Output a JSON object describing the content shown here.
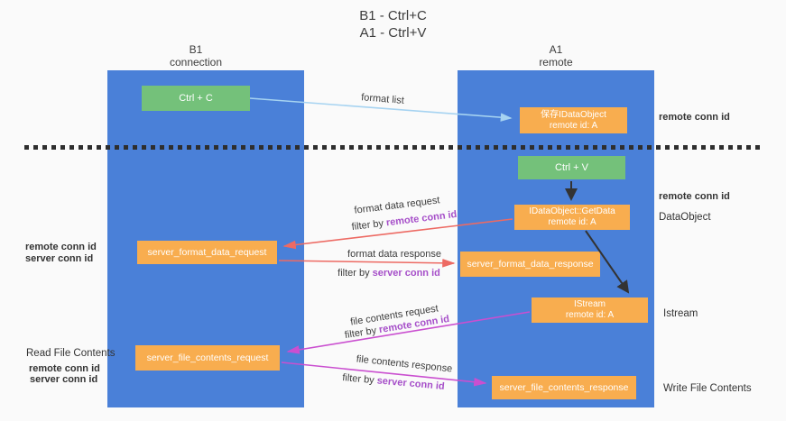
{
  "title": {
    "line1": "B1 - Ctrl+C",
    "line2": "A1 - Ctrl+V"
  },
  "columns": {
    "left": {
      "header_line1": "B1",
      "header_line2": "connection"
    },
    "right": {
      "header_line1": "A1",
      "header_line2": "remote"
    }
  },
  "nodes": {
    "ctrl_c": {
      "label": "Ctrl + C"
    },
    "ctrl_v": {
      "label": "Ctrl + V"
    },
    "save_dataobject": {
      "line1": "保存IDataObject",
      "line2": "remote id: A"
    },
    "getdata": {
      "line1": "IDataObject::GetData",
      "line2": "remote id: A"
    },
    "istream": {
      "line1": "IStream",
      "line2": "remote id: A"
    },
    "format_request": {
      "label": "server_format_data_request"
    },
    "format_response": {
      "label": "server_format_data_response"
    },
    "file_request": {
      "label": "server_file_contents_request"
    },
    "file_response": {
      "label": "server_file_contents_response"
    }
  },
  "edges": {
    "format_list": {
      "label": "format list"
    },
    "format_data_request": {
      "label": "format data request",
      "filter_prefix": "filter by ",
      "filter_key": "remote conn id"
    },
    "format_data_response": {
      "label": "format data response",
      "filter_prefix": "filter by ",
      "filter_key": "server conn id"
    },
    "file_contents_request": {
      "label": "file contents request",
      "filter_prefix": "filter by ",
      "filter_key": "remote conn id"
    },
    "file_contents_response": {
      "label": "file contents response",
      "filter_prefix": "filter by ",
      "filter_key": "server conn id"
    }
  },
  "annotations": {
    "right_remote_conn_id_1": "remote conn id",
    "right_remote_conn_id_2": "remote conn id",
    "right_dataobject": "DataObject",
    "right_istream": "Istream",
    "right_write_file": "Write File Contents",
    "left_remote_conn_id_1": "remote conn id",
    "left_server_conn_id_1": "server conn id",
    "left_read_file": "Read File Contents",
    "left_remote_conn_id_2": "remote conn id",
    "left_server_conn_id_2": "server conn id"
  },
  "colors": {
    "lifeline_blue": "#4a80d8",
    "node_green": "#74c17a",
    "node_orange": "#f8ad4f",
    "label_purple": "#a64fc9",
    "label_green": "#4eb45c",
    "arrow_red": "#ed6a63",
    "arrow_magenta": "#ca4fd0",
    "arrow_lightblue": "#a6d3f1",
    "arrow_black": "#333333",
    "background": "#fafafa"
  }
}
